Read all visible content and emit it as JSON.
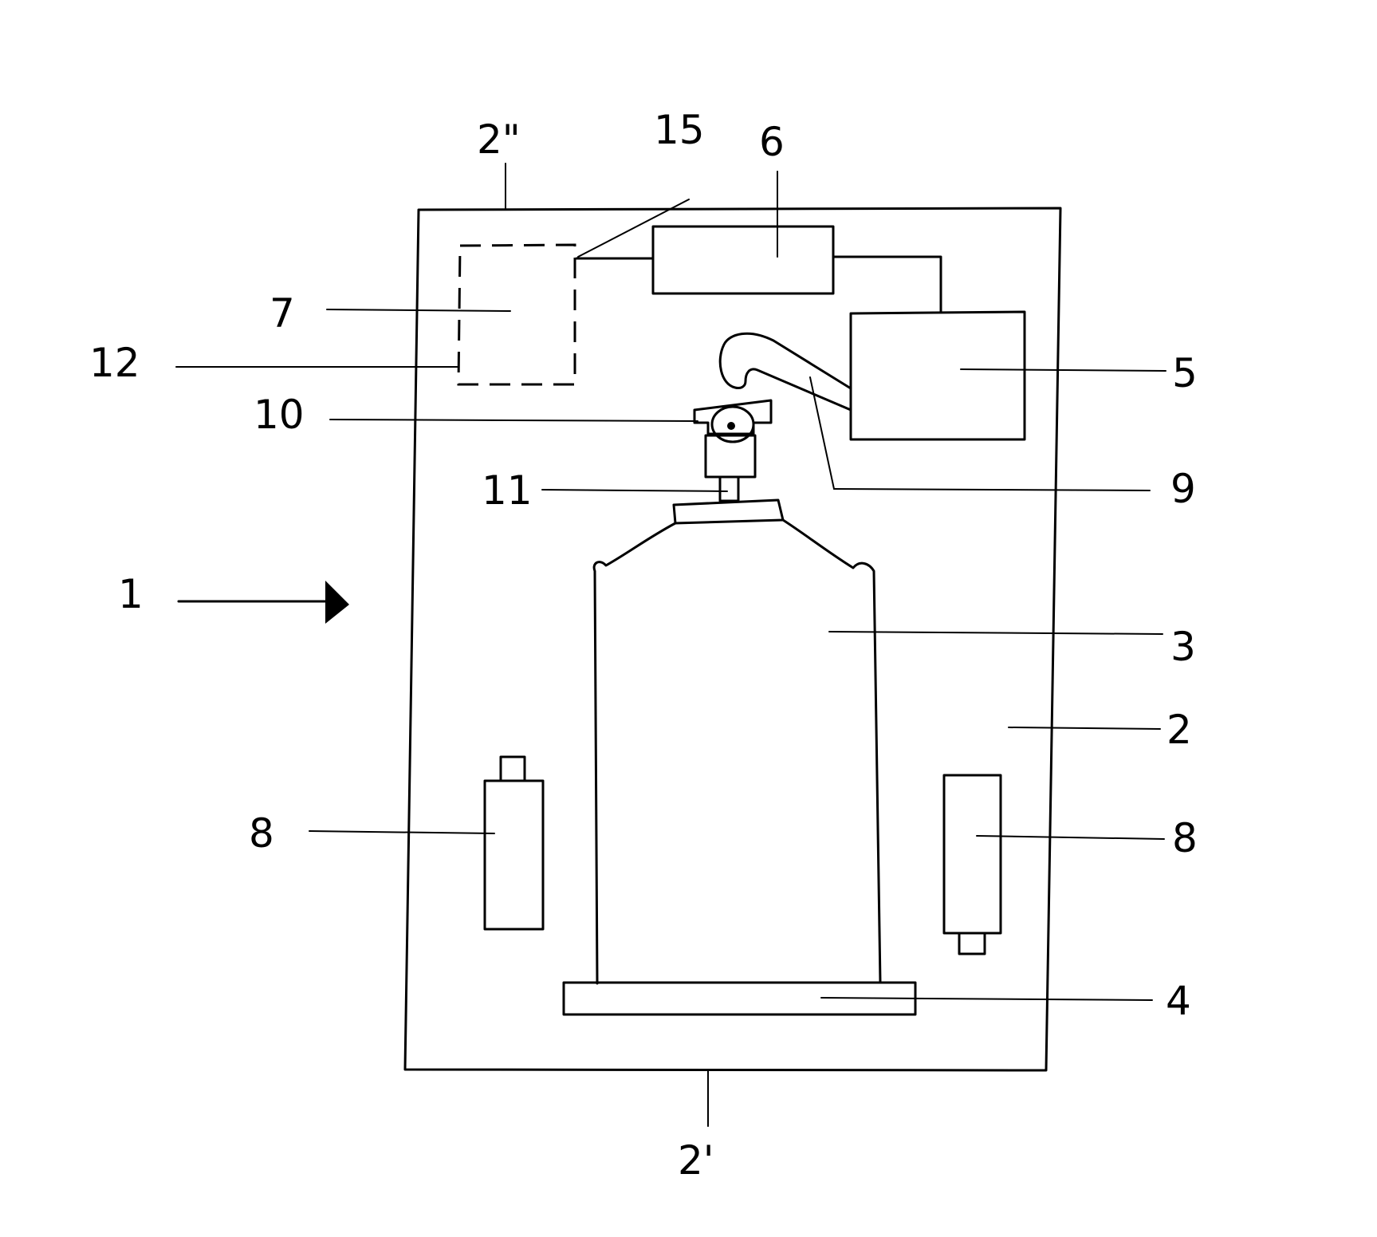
{
  "labels": {
    "l1": "1",
    "l2": "2",
    "l2p": "2'",
    "l2pp": "2\"",
    "l3": "3",
    "l4": "4",
    "l5": "5",
    "l6": "6",
    "l7": "7",
    "l8a": "8",
    "l8b": "8",
    "l9": "9",
    "l10": "10",
    "l11": "11",
    "l12": "12",
    "l15": "15"
  }
}
